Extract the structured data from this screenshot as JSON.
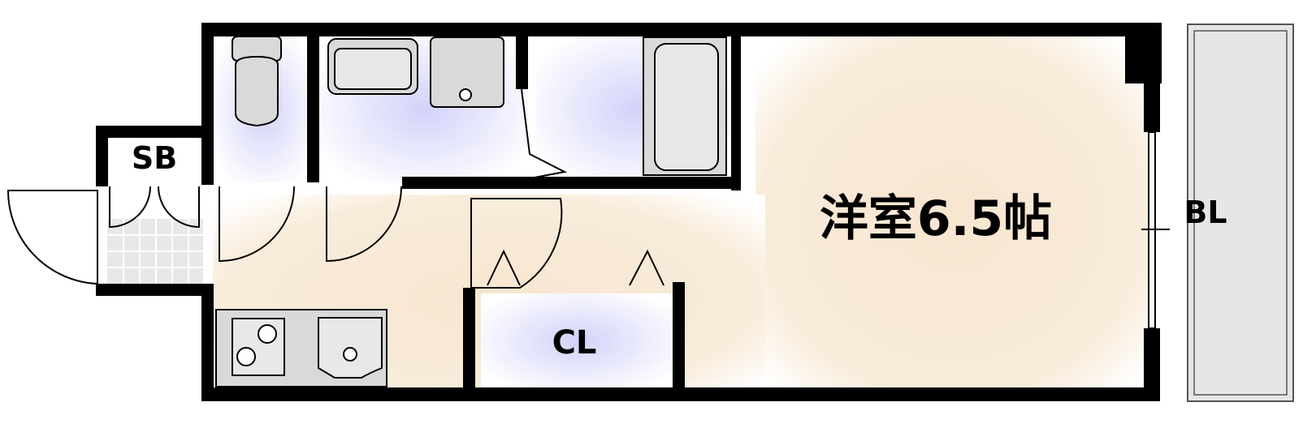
{
  "floorplan": {
    "rooms": {
      "western_room_label": "洋室6.5帖",
      "closet_label": "CL",
      "shoe_box_label": "SB",
      "balcony_label": "BL"
    },
    "colors": {
      "wall": "#000000",
      "floor_wood": "#f7e6d0",
      "wet_area": "#dcdcf7",
      "balcony": "#e6e6e6",
      "fixture": "#d9d9d9"
    }
  }
}
